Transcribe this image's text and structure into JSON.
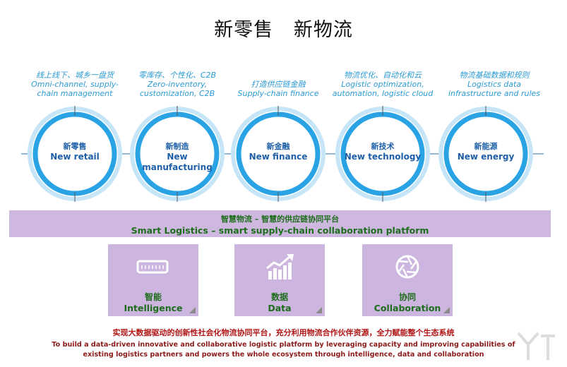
{
  "title": "新零售   新物流",
  "pillars": [
    {
      "caption_cn": "线上线下、城乡一盘货",
      "caption_en1": "Omni-channel, supply-",
      "caption_en2": "chain management",
      "label_cn": "新零售",
      "label_en1": "New retail",
      "label_en2": ""
    },
    {
      "caption_cn": "零库存、个性化、C2B",
      "caption_en1": "Zero-inventory,",
      "caption_en2": "customization, C2B",
      "label_cn": "新制造",
      "label_en1": "New",
      "label_en2": "manufacturing"
    },
    {
      "caption_cn": "",
      "caption_en1": "打造供应链金融",
      "caption_en2": "Supply-chain finance",
      "label_cn": "新金融",
      "label_en1": "New finance",
      "label_en2": ""
    },
    {
      "caption_cn": "物流优化、自动化和云",
      "caption_en1": "Logistic optimization,",
      "caption_en2": "automation, logistic cloud",
      "label_cn": "新技术",
      "label_en1": "New technology",
      "label_en2": ""
    },
    {
      "caption_cn": "物流基础数据和规则",
      "caption_en1": "Logistics data",
      "caption_en2": "infrastructure and rules",
      "label_cn": "新能源",
      "label_en1": "New energy",
      "label_en2": ""
    }
  ],
  "platform": {
    "cn": "智慧物流 – 智慧的供应链协同平台",
    "en": "Smart Logistics – smart supply-chain collaboration platform"
  },
  "capabilities": [
    {
      "cn": "智能",
      "en": "Intelligence",
      "icon": "chip-icon"
    },
    {
      "cn": "数据",
      "en": "Data",
      "icon": "growth-chart-icon"
    },
    {
      "cn": "协同",
      "en": "Collaboration",
      "icon": "aperture-icon"
    }
  ],
  "footer": {
    "cn": "实现大数据驱动的创新性社会化物流协同平台，充分利用物流合作伙伴资源，全力赋能整个生态系统",
    "en1": "To build a data-driven innovative and collaborative logistic platform by leveraging capacity and improving capabilities of",
    "en2": "existing logistics partners and powers the whole ecosystem through intelligence, data and collaboration"
  },
  "colors": {
    "ring": "#2aa3e5",
    "ring_light": "#c6e6f8",
    "band": "#cfb8df",
    "box": "#ccb5de",
    "green_text": "#1d6d1d",
    "red_text": "#b01515"
  }
}
